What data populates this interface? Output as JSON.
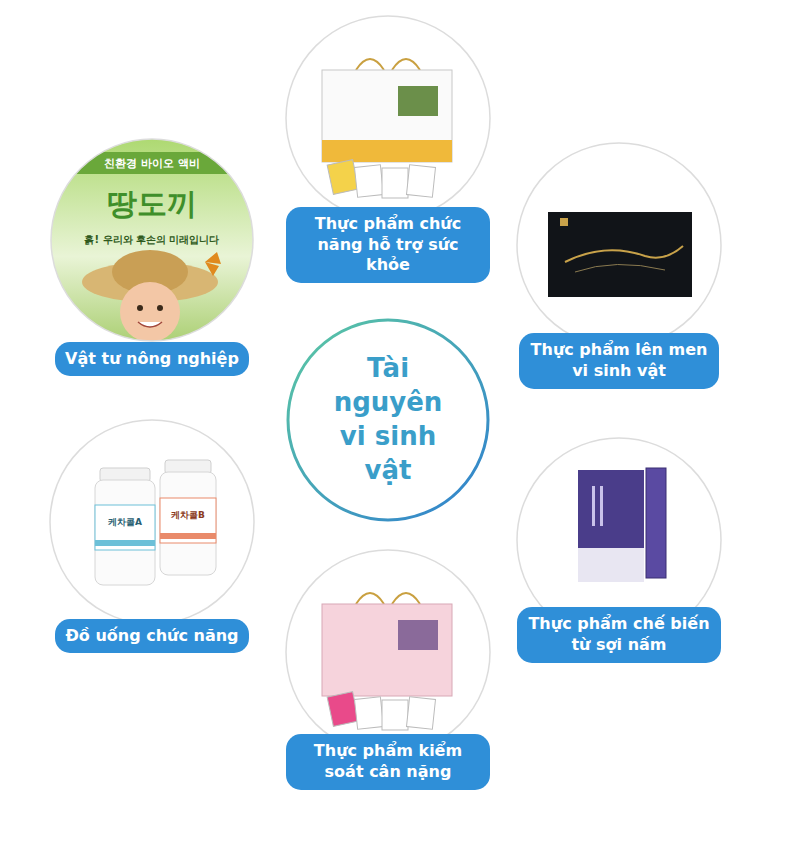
{
  "diagram": {
    "nodes": [
      {
        "text": [
          "Thực phẩm chức năng hỗ trợ sức khỏe"
        ]
      },
      {
        "text": [
          "Vật tư nông nghiệp"
        ]
      },
      {
        "text": [
          "Thực phẩm lên men vi sinh vật"
        ]
      },
      {
        "text": [
          "Tài nguyên vi sinh vật"
        ]
      },
      {
        "text": [
          "Đồ uống chức năng"
        ]
      },
      {
        "text": [
          "Thực phẩm chế biến từ sợi nấm"
        ]
      },
      {
        "text": [
          "Thực phẩm kiểm soát cân nặng"
        ]
      }
    ],
    "labels": [
      "친환경 바이오 액비",
      "땅도끼",
      "흙! 우리와 후손의 미래입니다",
      "케차콜A",
      "케차콜B"
    ]
  }
}
